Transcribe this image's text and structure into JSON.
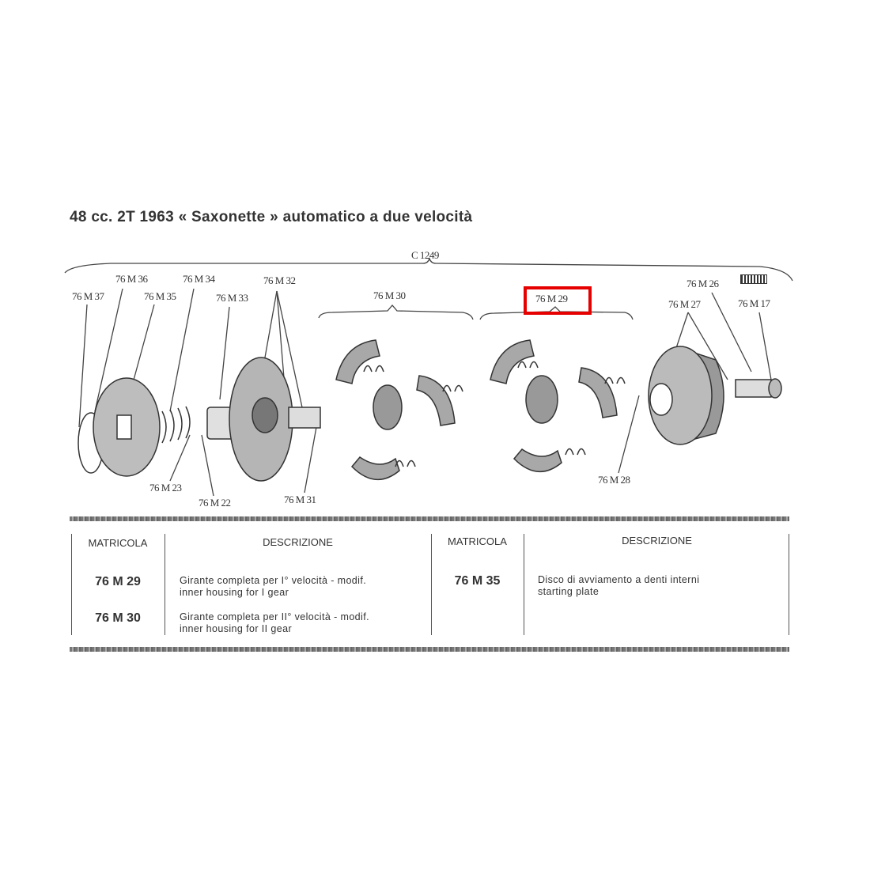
{
  "title": "48 cc. 2T 1963 « Saxonette » automatico a due velocità",
  "diagram": {
    "group_label": "C 1249",
    "highlight_color": "#e60000",
    "highlighted_part": "76 M 29",
    "labels": {
      "m36": "76 M 36",
      "m34": "76 M 34",
      "m32": "76 M 32",
      "m37": "76 M 37",
      "m35": "76 M 35",
      "m33": "76 M 33",
      "m30": "76 M 30",
      "m29": "76 M 29",
      "m26": "76 M 26",
      "m27": "76 M 27",
      "m17": "76 M 17",
      "m23": "76 M 23",
      "m22": "76 M 22",
      "m31": "76 M 31",
      "m28": "76 M 28"
    }
  },
  "table": {
    "headers": {
      "code": "MATRICOLA",
      "description": "DESCRIZIONE"
    },
    "left_rows": [
      {
        "code": "76 M 29",
        "desc_it": "Girante completa per I° velocità - modif.",
        "desc_en": "inner housing for I gear"
      },
      {
        "code": "76 M 30",
        "desc_it": "Girante completa per II° velocità - modif.",
        "desc_en": "inner housing for II gear"
      }
    ],
    "right_rows": [
      {
        "code": "76 M 35",
        "desc_it": "Disco di avviamento a denti interni",
        "desc_en": "starting plate"
      }
    ]
  }
}
